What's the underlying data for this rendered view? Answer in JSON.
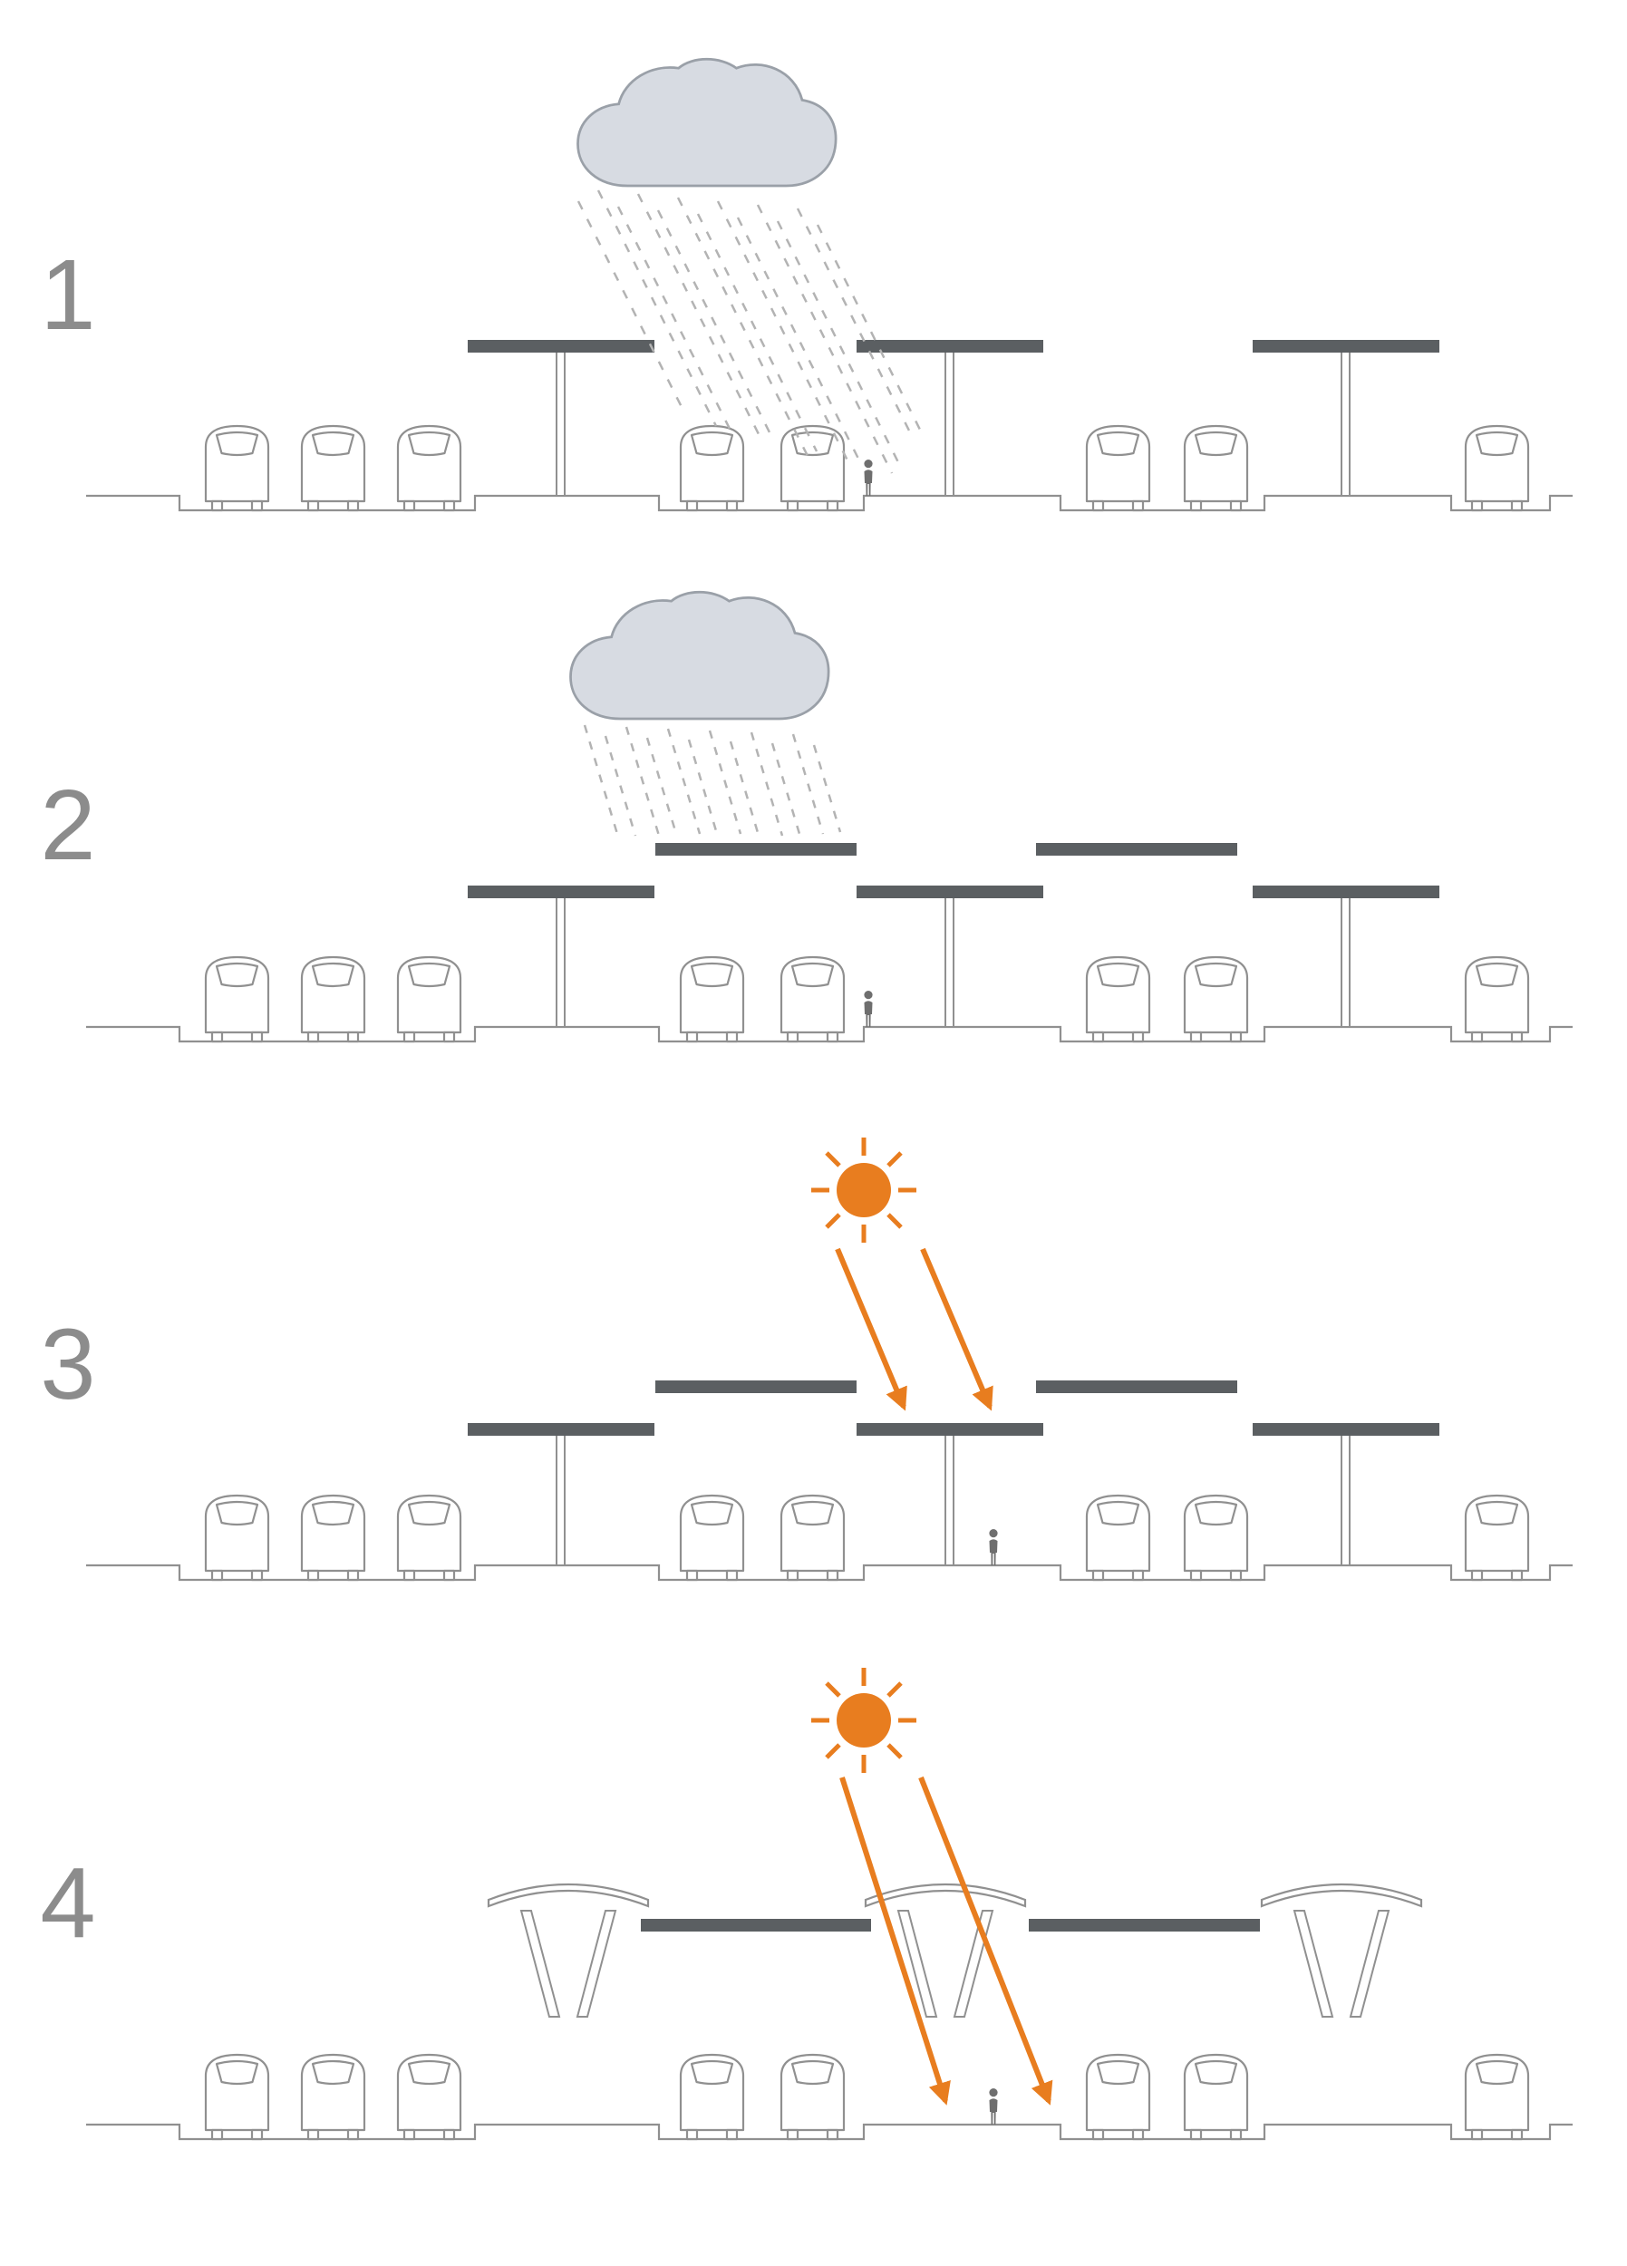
{
  "diagram": {
    "name": "station-canopy-design-evolution",
    "panels": [
      {
        "label": "1",
        "weather": "rain-cloud",
        "canopy_type": "three-flat-canopies-on-center-posts",
        "note": "rain falls past canopy gaps onto person"
      },
      {
        "label": "2",
        "weather": "rain-cloud",
        "canopy_type": "two-tier-overlapping-flat-canopies",
        "note": "upper canopies block rain in the gaps"
      },
      {
        "label": "3",
        "weather": "sun",
        "canopy_type": "two-tier-overlapping-flat-canopies",
        "note": "sun rays blocked by canopy"
      },
      {
        "label": "4",
        "weather": "sun",
        "canopy_type": "curved-canopies-on-v-supports-with-flat-infill",
        "note": "sun rays reach platform through raised curved canopies"
      }
    ],
    "scene": {
      "trains_per_panel": 8,
      "train_groups": [
        3,
        2,
        2,
        1
      ],
      "person_present": true
    },
    "colors": {
      "accent_orange": "#e87d1f",
      "canopy_dark": "#5b5f62",
      "outline_gray": "#909090",
      "cloud_fill": "#d7dbe2",
      "cloud_stroke": "#9aa0a8",
      "rain_gray": "#b3b3b3",
      "person_gray": "#6e6e6e",
      "number_gray": "#8c8c8c",
      "background": "#ffffff"
    }
  }
}
